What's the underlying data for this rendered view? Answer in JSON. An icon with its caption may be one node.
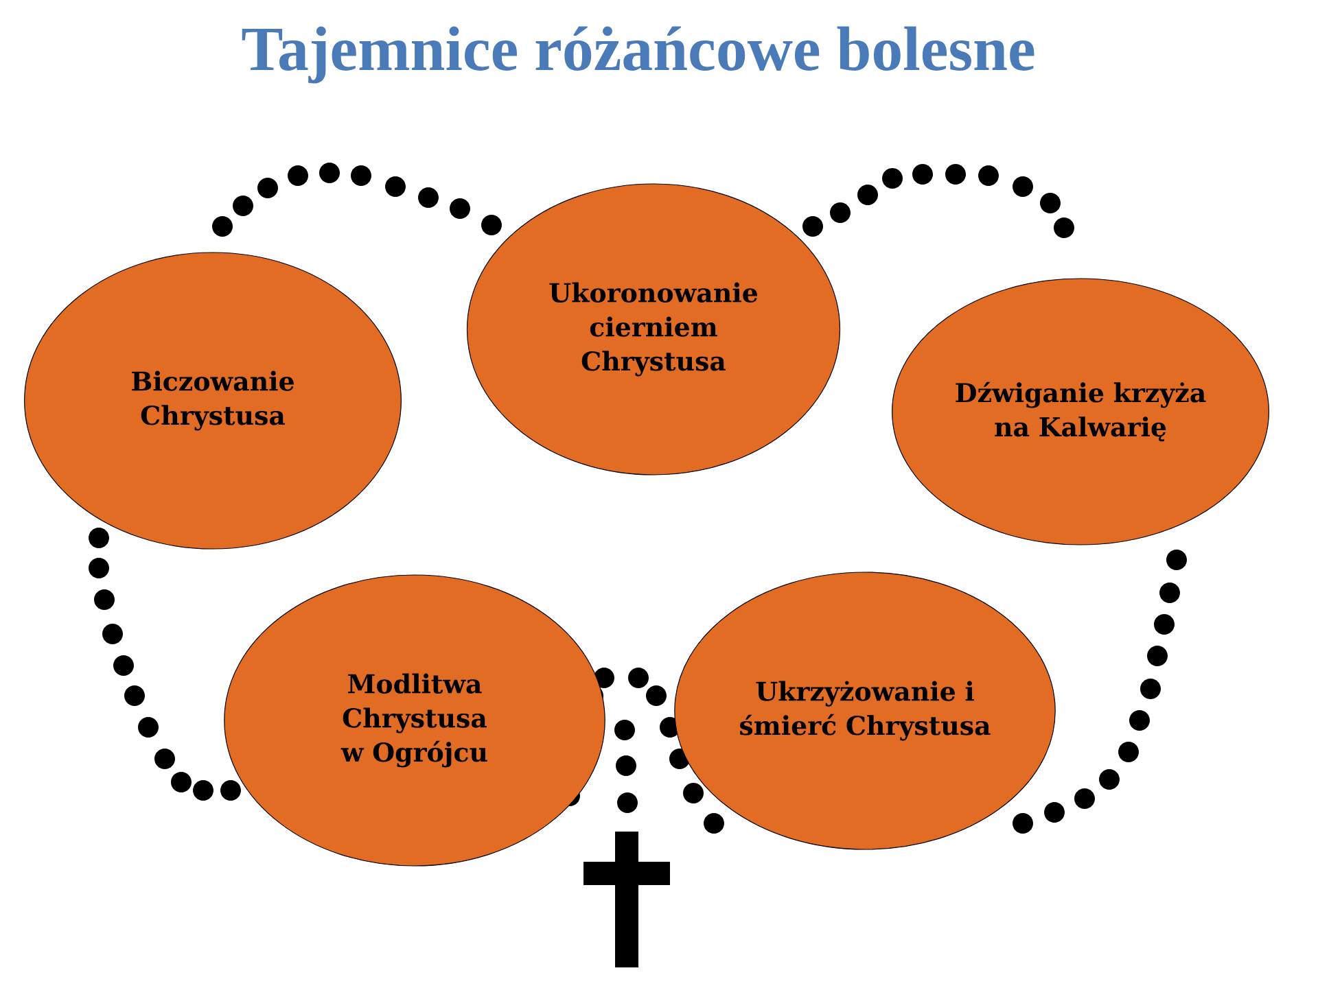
{
  "diagram": {
    "title": "Tajemnice różańcowe bolesne",
    "nodes": [
      {
        "text": [
          "Biczowanie Chrystusa"
        ]
      },
      {
        "text": [
          "Ukoronowanie cierniem Chrystusa"
        ]
      },
      {
        "text": [
          "Dźwiganie krzyża na Kalwarię"
        ]
      },
      {
        "text": [
          "Modlitwa Chrystusa w Ogrójcu"
        ]
      },
      {
        "text": [
          "Ukrzyżowanie i śmierć Chrystusa"
        ]
      }
    ]
  }
}
